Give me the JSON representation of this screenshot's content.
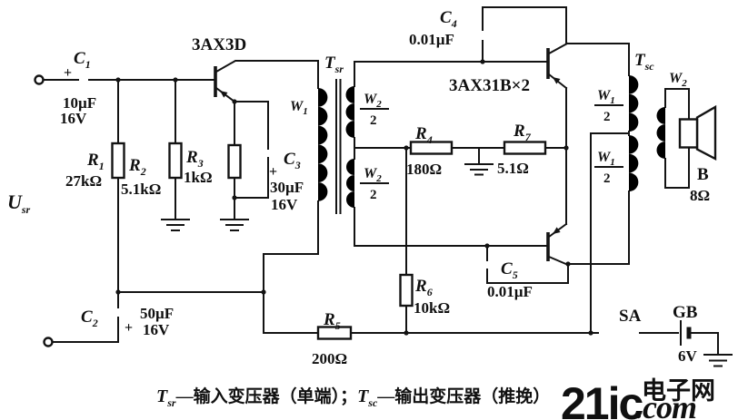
{
  "figure_type": "transistor-amplifier-schematic",
  "input_signal": {
    "base": "U",
    "sub": "sr"
  },
  "transistors": {
    "driver": "3AX3D",
    "output_pair": "3AX31B×2"
  },
  "resistors": {
    "r1": {
      "base": "R",
      "sub": "1",
      "value": "27kΩ"
    },
    "r2": {
      "base": "R",
      "sub": "2",
      "value": "5.1kΩ"
    },
    "r3": {
      "base": "R",
      "sub": "3",
      "value": "1kΩ"
    },
    "r4": {
      "base": "R",
      "sub": "4",
      "value": "180Ω"
    },
    "r5": {
      "base": "R",
      "sub": "5",
      "value": "200Ω"
    },
    "r6": {
      "base": "R",
      "sub": "6",
      "value": "10kΩ"
    },
    "r7": {
      "base": "R",
      "sub": "7",
      "value": "5.1Ω"
    }
  },
  "capacitors": {
    "c1": {
      "base": "C",
      "sub": "1",
      "value": "10µF",
      "voltage": "16V",
      "plus": "+"
    },
    "c2": {
      "base": "C",
      "sub": "2",
      "value": "50µF",
      "voltage": "16V",
      "plus": "+"
    },
    "c3": {
      "base": "C",
      "sub": "3",
      "value": "30µF",
      "voltage": "16V",
      "plus": "+"
    },
    "c4": {
      "base": "C",
      "sub": "4",
      "value": "0.01µF"
    },
    "c5": {
      "base": "C",
      "sub": "5",
      "value": "0.01µF"
    }
  },
  "transformers": {
    "tsr": {
      "base": "T",
      "sub": "sr"
    },
    "tsc": {
      "base": "T",
      "sub": "sc"
    },
    "w1": {
      "base": "W",
      "sub": "1"
    },
    "w2": {
      "base": "W",
      "sub": "2"
    },
    "tsr_half": {
      "num_base": "W",
      "num_sub": "2",
      "den": "2"
    },
    "tsc_half": {
      "num_base": "W",
      "num_sub": "1",
      "den": "2"
    }
  },
  "speaker": {
    "label": "B",
    "value": "8Ω"
  },
  "switch": {
    "label": "SA"
  },
  "battery": {
    "label": "GB",
    "value": "6V"
  },
  "caption": {
    "t1_base": "T",
    "t1_sub": "sr",
    "part1": "—输入变压器（单端）；",
    "t2_base": "T",
    "t2_sub": "sc",
    "part2": "—输出变压器（推挽）"
  },
  "watermark": {
    "brand": "21ic",
    "suffix": ".com",
    "cn": "电子网",
    "pink": "#ef8e96",
    "purple": "#8286c0"
  }
}
